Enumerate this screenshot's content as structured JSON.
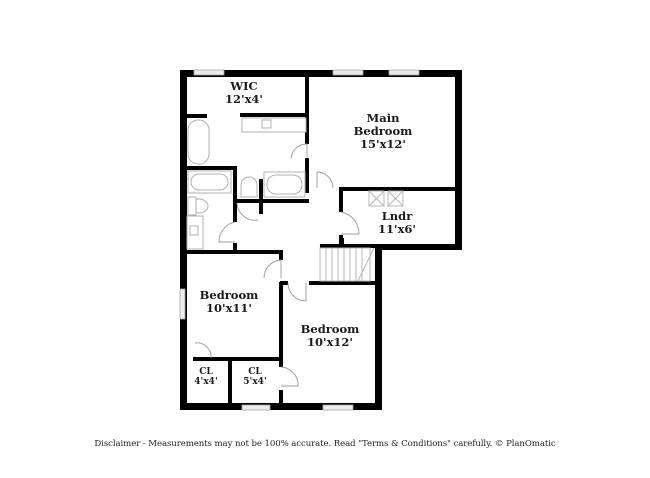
{
  "floor_plan": {
    "rooms": [
      {
        "id": "wic",
        "name": "WIC",
        "dimensions": "12'x4'"
      },
      {
        "id": "main-bedroom",
        "name": "Main Bedroom",
        "name_lines": [
          "Main",
          "Bedroom"
        ],
        "dimensions": "15'x12'"
      },
      {
        "id": "laundry",
        "name": "Lndr",
        "dimensions": "11'x6'"
      },
      {
        "id": "bedroom-left",
        "name": "Bedroom",
        "dimensions": "10'x11'"
      },
      {
        "id": "bedroom-right",
        "name": "Bedroom",
        "dimensions": "10'x12'"
      },
      {
        "id": "closet-1",
        "name": "CL",
        "dimensions": "4'x4'"
      },
      {
        "id": "closet-2",
        "name": "CL",
        "dimensions": "5'x4'"
      }
    ],
    "fixtures": [
      "freestanding-tub",
      "bathtub",
      "bathtub-2",
      "toilet",
      "toilet-2",
      "vanity-sink",
      "vanity-sink-2",
      "washer",
      "dryer",
      "staircase"
    ],
    "colors": {
      "wall": "#000000",
      "fixture_line": "#b0b0b0",
      "window": "#ececec",
      "background": "#ffffff"
    }
  },
  "footer": {
    "disclaimer": "Disclaimer - Measurements may not be 100% accurate. Read \"Terms & Conditions\" carefully. © PlanOmatic"
  }
}
